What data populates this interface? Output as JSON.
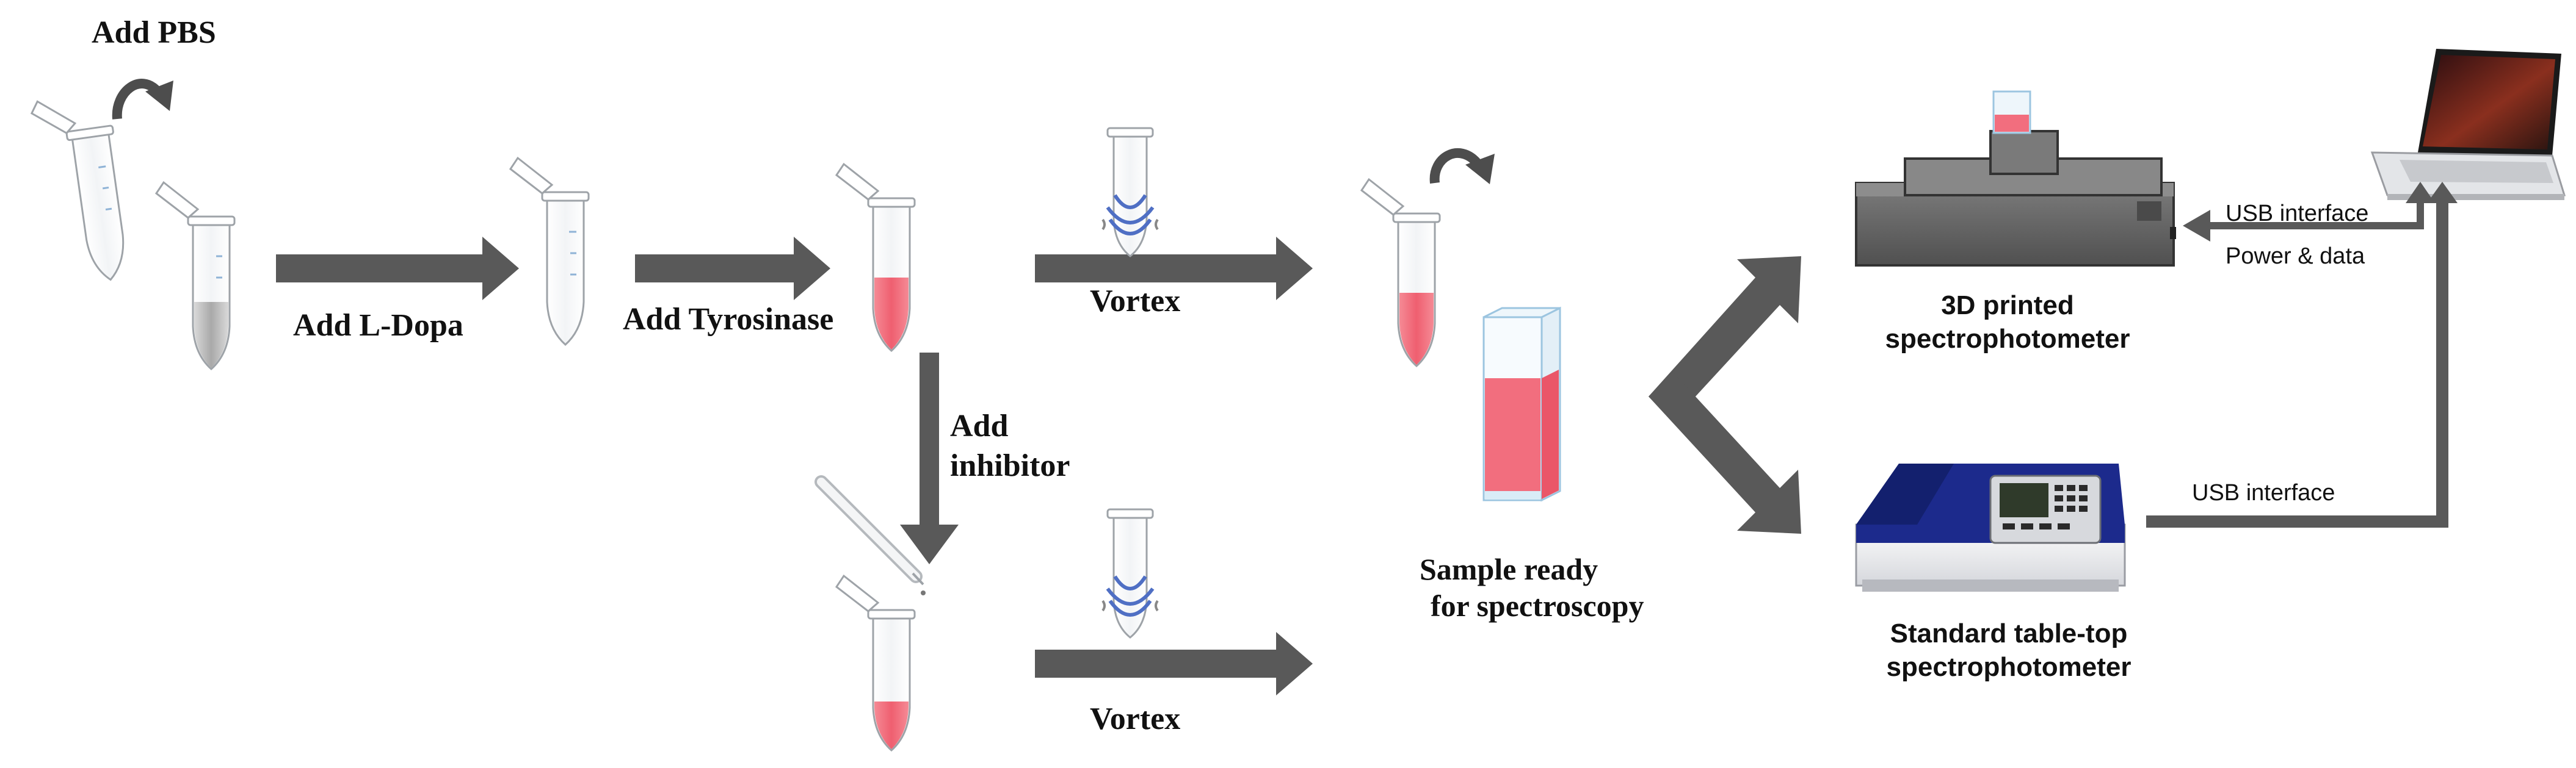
{
  "steps": {
    "add_pbs": "Add PBS",
    "add_ldopa": "Add L-Dopa",
    "add_tyrosinase": "Add Tyrosinase",
    "vortex_top": "Vortex",
    "add_inhibitor_line1": "Add",
    "add_inhibitor_line2": "inhibitor",
    "vortex_bottom": "Vortex",
    "sample_ready_line1": "Sample ready",
    "sample_ready_line2": "for spectroscopy"
  },
  "instruments": {
    "printed_line1": "3D printed",
    "printed_line2": "spectrophotometer",
    "standard_line1": "Standard table-top",
    "standard_line2": "spectrophotometer"
  },
  "connections": {
    "usb_top": "USB interface",
    "power_data": "Power & data",
    "usb_bottom": "USB interface"
  },
  "colors": {
    "arrow": "#595959",
    "sample_pink": "#f06a7a",
    "instrument_blue": "#1c2a8c"
  }
}
